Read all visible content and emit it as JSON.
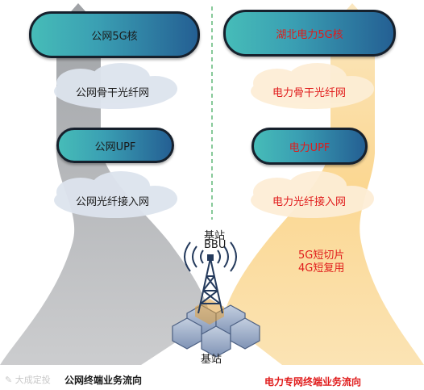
{
  "left": {
    "core": "公网5G核",
    "backbone": "公网骨干光纤网",
    "upf": "公网UPF",
    "access": "公网光纤接入网",
    "flow_caption": "公网终端业务流向"
  },
  "right": {
    "core": "湖北电力5G核",
    "backbone": "电力骨干光纤网",
    "upf": "电力UPF",
    "access": "电力光纤接入网",
    "flow_caption": "电力专网终端业务流向",
    "slice_text": "5G短切片",
    "multiplex_text": "4G短复用"
  },
  "center": {
    "bbu_line1": "基站",
    "bbu_line2": "BBU",
    "base_station": "基站"
  },
  "watermark": "大成定投",
  "colors": {
    "pill_start": "#46bcb8",
    "pill_end": "#245f93",
    "left_arrow": "#a9acb0",
    "right_arrow": "#fbd58c",
    "accent_red": "#e01b1b",
    "divider": "#3aa657"
  }
}
